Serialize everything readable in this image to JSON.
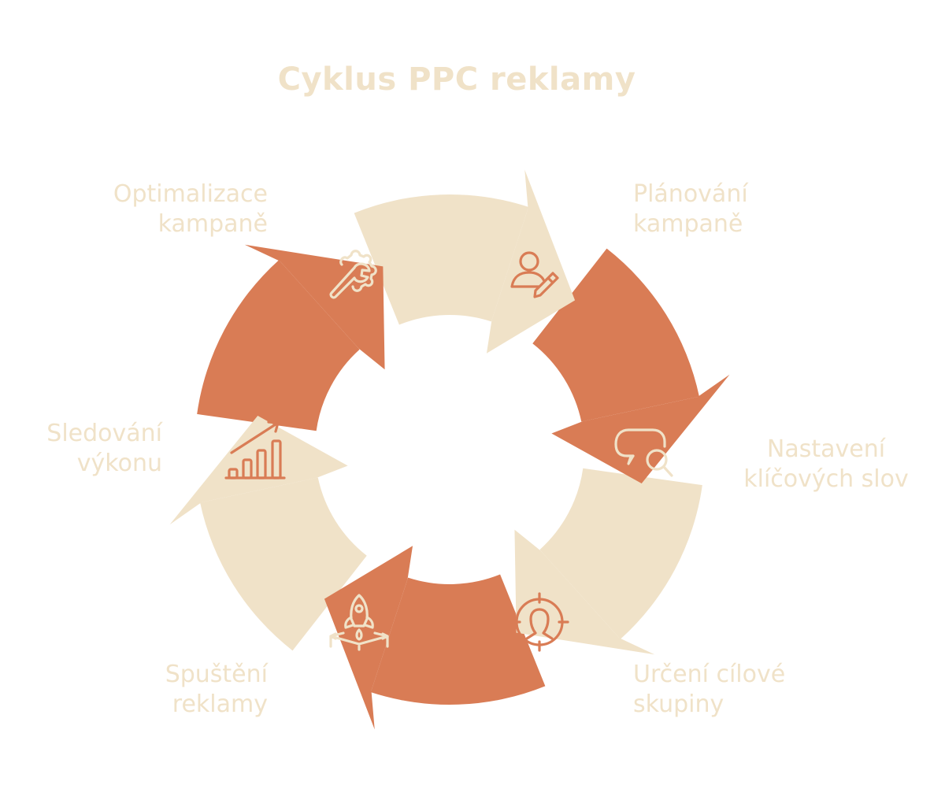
{
  "title": "Cyklus PPC reklamy",
  "colors": {
    "orange": "#D97C55",
    "beige": "#F0E2C8",
    "background": "#FFFFFF"
  },
  "steps": [
    {
      "id": "optimalizace",
      "lines": [
        "Optimalizace",
        "kampaně"
      ],
      "color": "orange",
      "icon": "wrench-gear-icon"
    },
    {
      "id": "planovani",
      "lines": [
        "Plánování",
        "kampaně"
      ],
      "color": "beige",
      "icon": "user-edit-icon"
    },
    {
      "id": "nastaveni",
      "lines": [
        "Nastavení",
        "klíčových slov"
      ],
      "color": "orange",
      "icon": "chat-search-icon"
    },
    {
      "id": "urceni",
      "lines": [
        "Určení cílové",
        "skupiny"
      ],
      "color": "beige",
      "icon": "target-user-icon"
    },
    {
      "id": "spusteni",
      "lines": [
        "Spuštění",
        "reklamy"
      ],
      "color": "orange",
      "icon": "rocket-launch-icon"
    },
    {
      "id": "sledovani",
      "lines": [
        "Sledování",
        "výkonu"
      ],
      "color": "beige",
      "icon": "growth-chart-icon"
    }
  ]
}
